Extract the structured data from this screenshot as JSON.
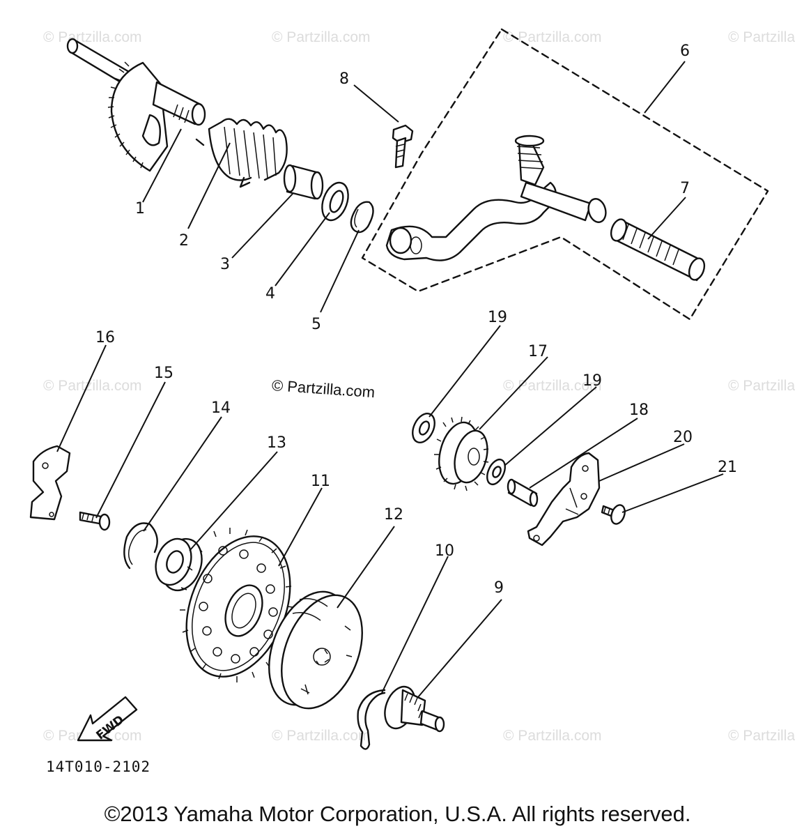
{
  "watermark": "© Partzilla.com",
  "center_watermark": "© Partzilla.com",
  "diagram_code": "14T010-2102",
  "fwd_label": "FWD",
  "copyright": "©2013 Yamaha Motor Corporation, U.S.A. All rights reserved.",
  "callouts": {
    "c1": "1",
    "c2": "2",
    "c3": "3",
    "c4": "4",
    "c5": "5",
    "c6": "6",
    "c7": "7",
    "c8": "8",
    "c9": "9",
    "c10": "10",
    "c11": "11",
    "c12": "12",
    "c13": "13",
    "c14": "14",
    "c15": "15",
    "c16": "16",
    "c17": "17",
    "c18": "18",
    "c19a": "19",
    "c19b": "19",
    "c20": "20",
    "c21": "21"
  }
}
